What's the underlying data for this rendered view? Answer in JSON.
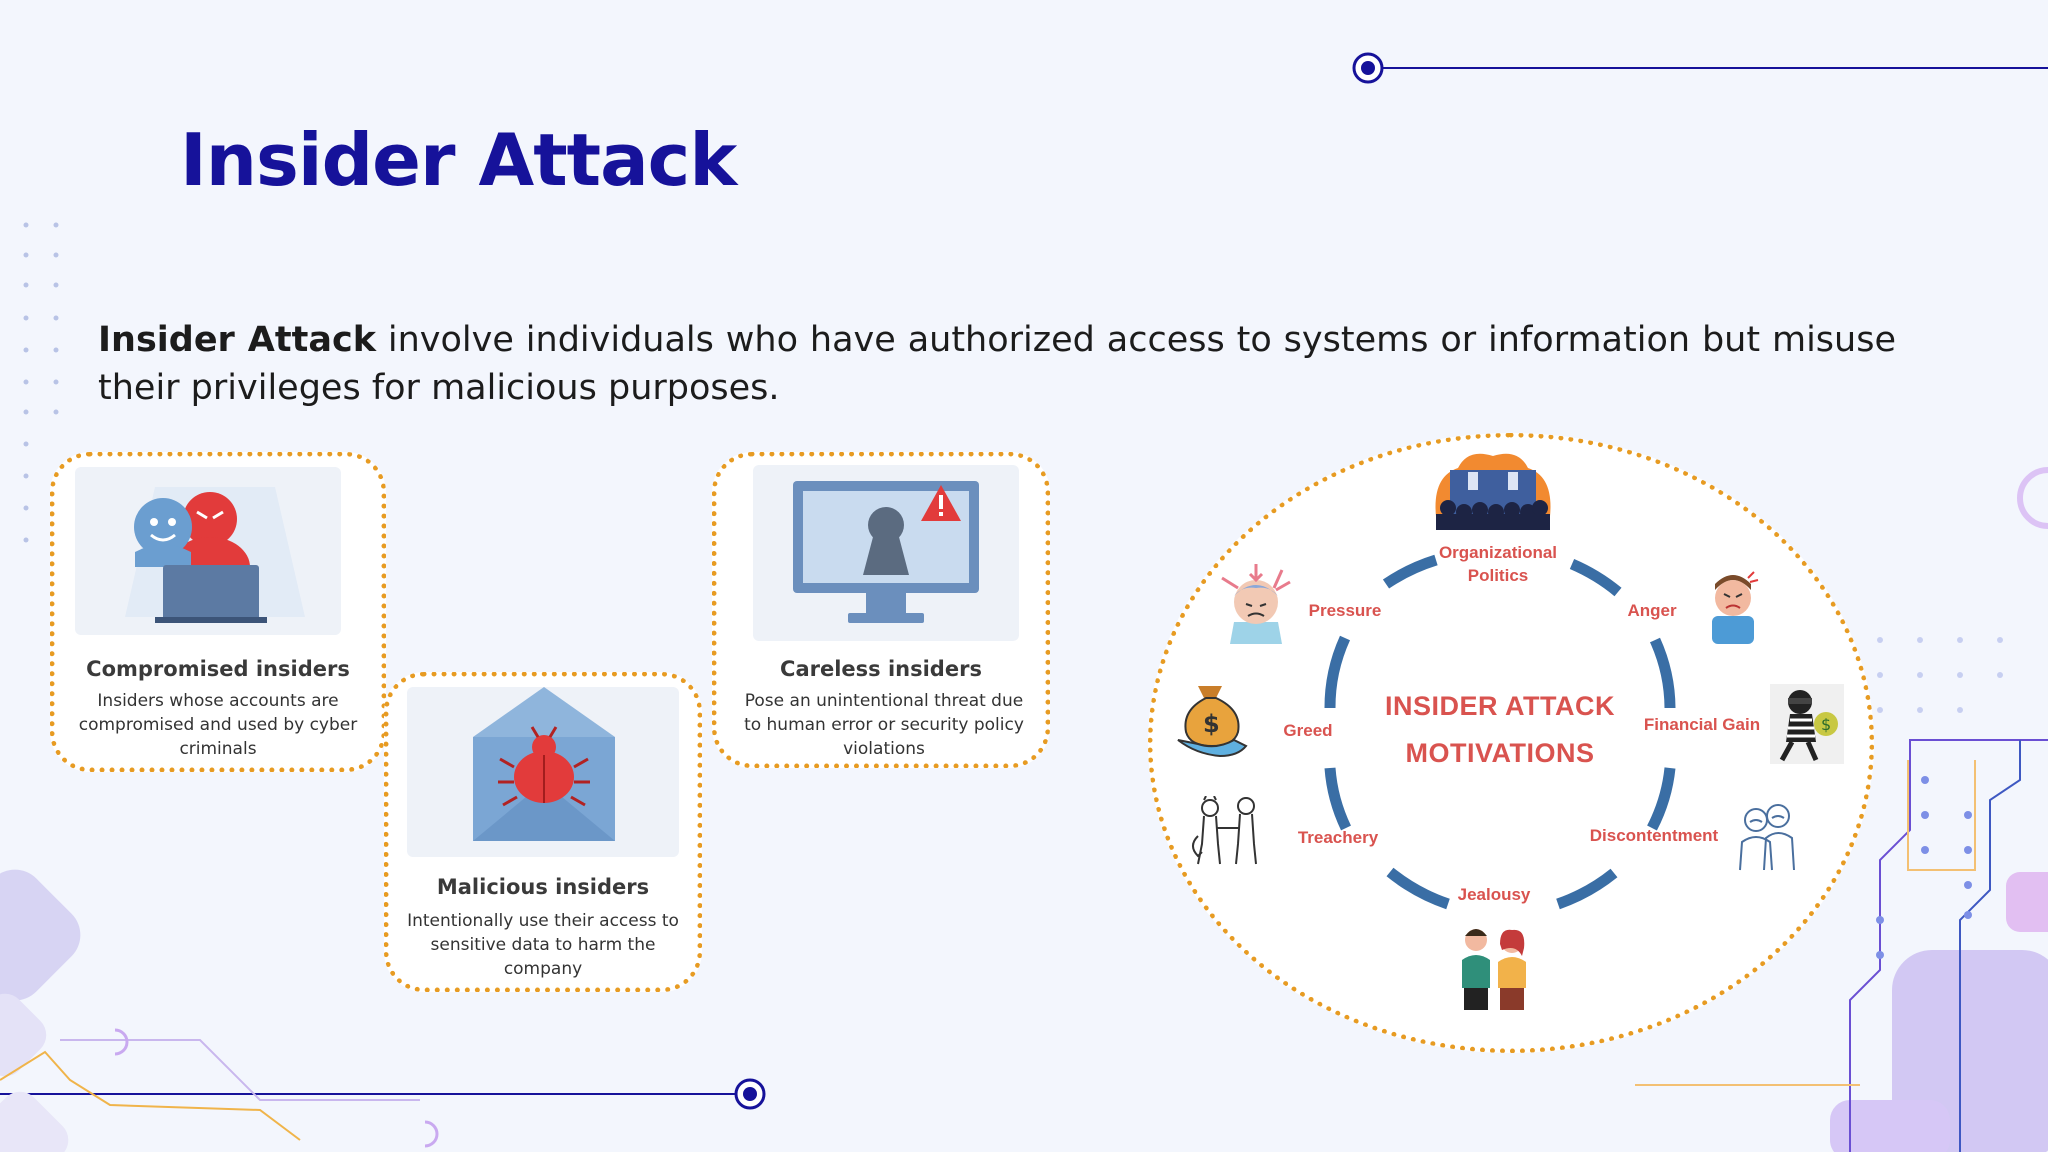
{
  "slide": {
    "title": "Insider Attack",
    "intro_bold": "Insider Attack",
    "intro_rest": " involve individuals who have authorized access to systems or information but misuse their privileges for malicious purposes."
  },
  "cards": [
    {
      "title": "Compromised insiders",
      "desc": "Insiders whose accounts are compromised and used by cyber criminals",
      "icon": "compromised-users-laptop-icon"
    },
    {
      "title": "Malicious insiders",
      "desc": "Intentionally use their access to sensitive data to harm the company",
      "icon": "bug-envelope-icon"
    },
    {
      "title": "Careless insiders",
      "desc": "Pose an unintentional threat due to human error or security policy violations",
      "icon": "monitor-warning-icon"
    }
  ],
  "motivations": {
    "center_line1": "INSIDER ATTACK",
    "center_line2": "MOTIVATIONS",
    "items": [
      {
        "label": "Organizational Politics",
        "icon": "crowd-podium-icon"
      },
      {
        "label": "Anger",
        "icon": "angry-person-icon"
      },
      {
        "label": "Financial Gain",
        "icon": "thief-money-bag-icon"
      },
      {
        "label": "Discontentment",
        "icon": "unhappy-people-icon"
      },
      {
        "label": "Jealousy",
        "icon": "jealous-couple-icon"
      },
      {
        "label": "Treachery",
        "icon": "handshake-devil-icon"
      },
      {
        "label": "Greed",
        "icon": "money-bag-hand-icon"
      },
      {
        "label": "Pressure",
        "icon": "stressed-head-icon"
      }
    ]
  },
  "colors": {
    "title": "#16129a",
    "accent_orange": "#e79b22",
    "motivation_red": "#d9534f",
    "ring_blue": "#3a6ea5",
    "line_navy": "#16129a"
  }
}
